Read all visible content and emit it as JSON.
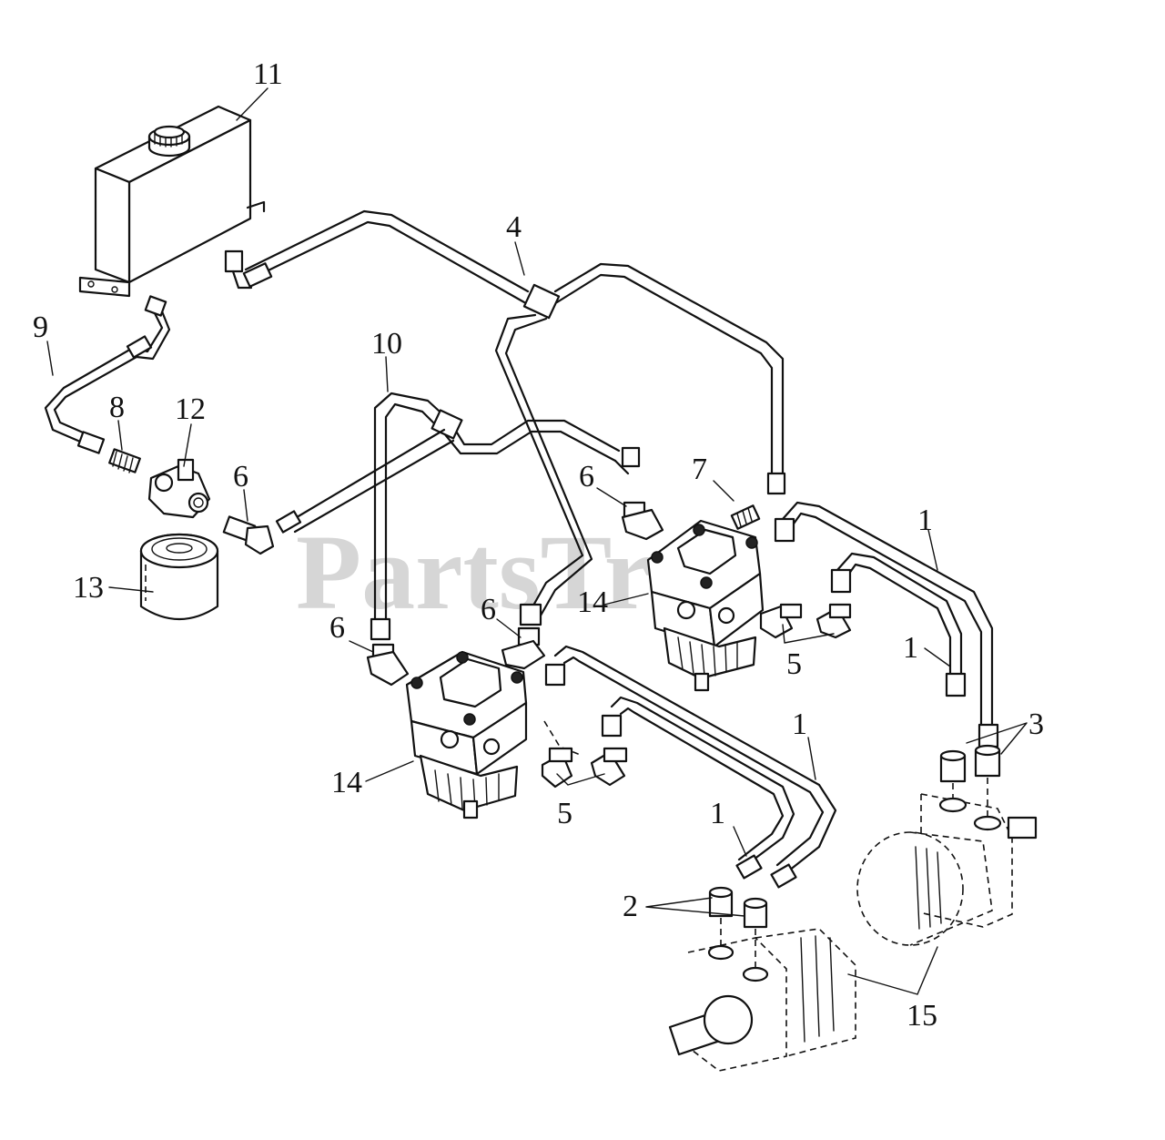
{
  "watermark": "PartsTree",
  "callouts": {
    "c1a": "1",
    "c1b": "1",
    "c1c": "1",
    "c1d": "1",
    "c2": "2",
    "c3": "3",
    "c4": "4",
    "c5a": "5",
    "c5b": "5",
    "c6a": "6",
    "c6b": "6",
    "c6c": "6",
    "c6d": "6",
    "c7": "7",
    "c8": "8",
    "c9": "9",
    "c10": "10",
    "c11": "11",
    "c12": "12",
    "c13": "13",
    "c14a": "14",
    "c14b": "14",
    "c15": "15"
  },
  "parts": [
    {
      "ref": "1",
      "name": "hydraulic-tube"
    },
    {
      "ref": "2",
      "name": "fitting"
    },
    {
      "ref": "3",
      "name": "fitting"
    },
    {
      "ref": "4",
      "name": "hose-assembly"
    },
    {
      "ref": "5",
      "name": "elbow-fitting"
    },
    {
      "ref": "6",
      "name": "elbow-fitting"
    },
    {
      "ref": "7",
      "name": "fitting"
    },
    {
      "ref": "8",
      "name": "nipple"
    },
    {
      "ref": "9",
      "name": "hose"
    },
    {
      "ref": "10",
      "name": "hose-assembly"
    },
    {
      "ref": "11",
      "name": "reservoir-tank"
    },
    {
      "ref": "12",
      "name": "filter-head"
    },
    {
      "ref": "13",
      "name": "oil-filter"
    },
    {
      "ref": "14",
      "name": "hydro-pump"
    },
    {
      "ref": "15",
      "name": "wheel-motor"
    }
  ]
}
